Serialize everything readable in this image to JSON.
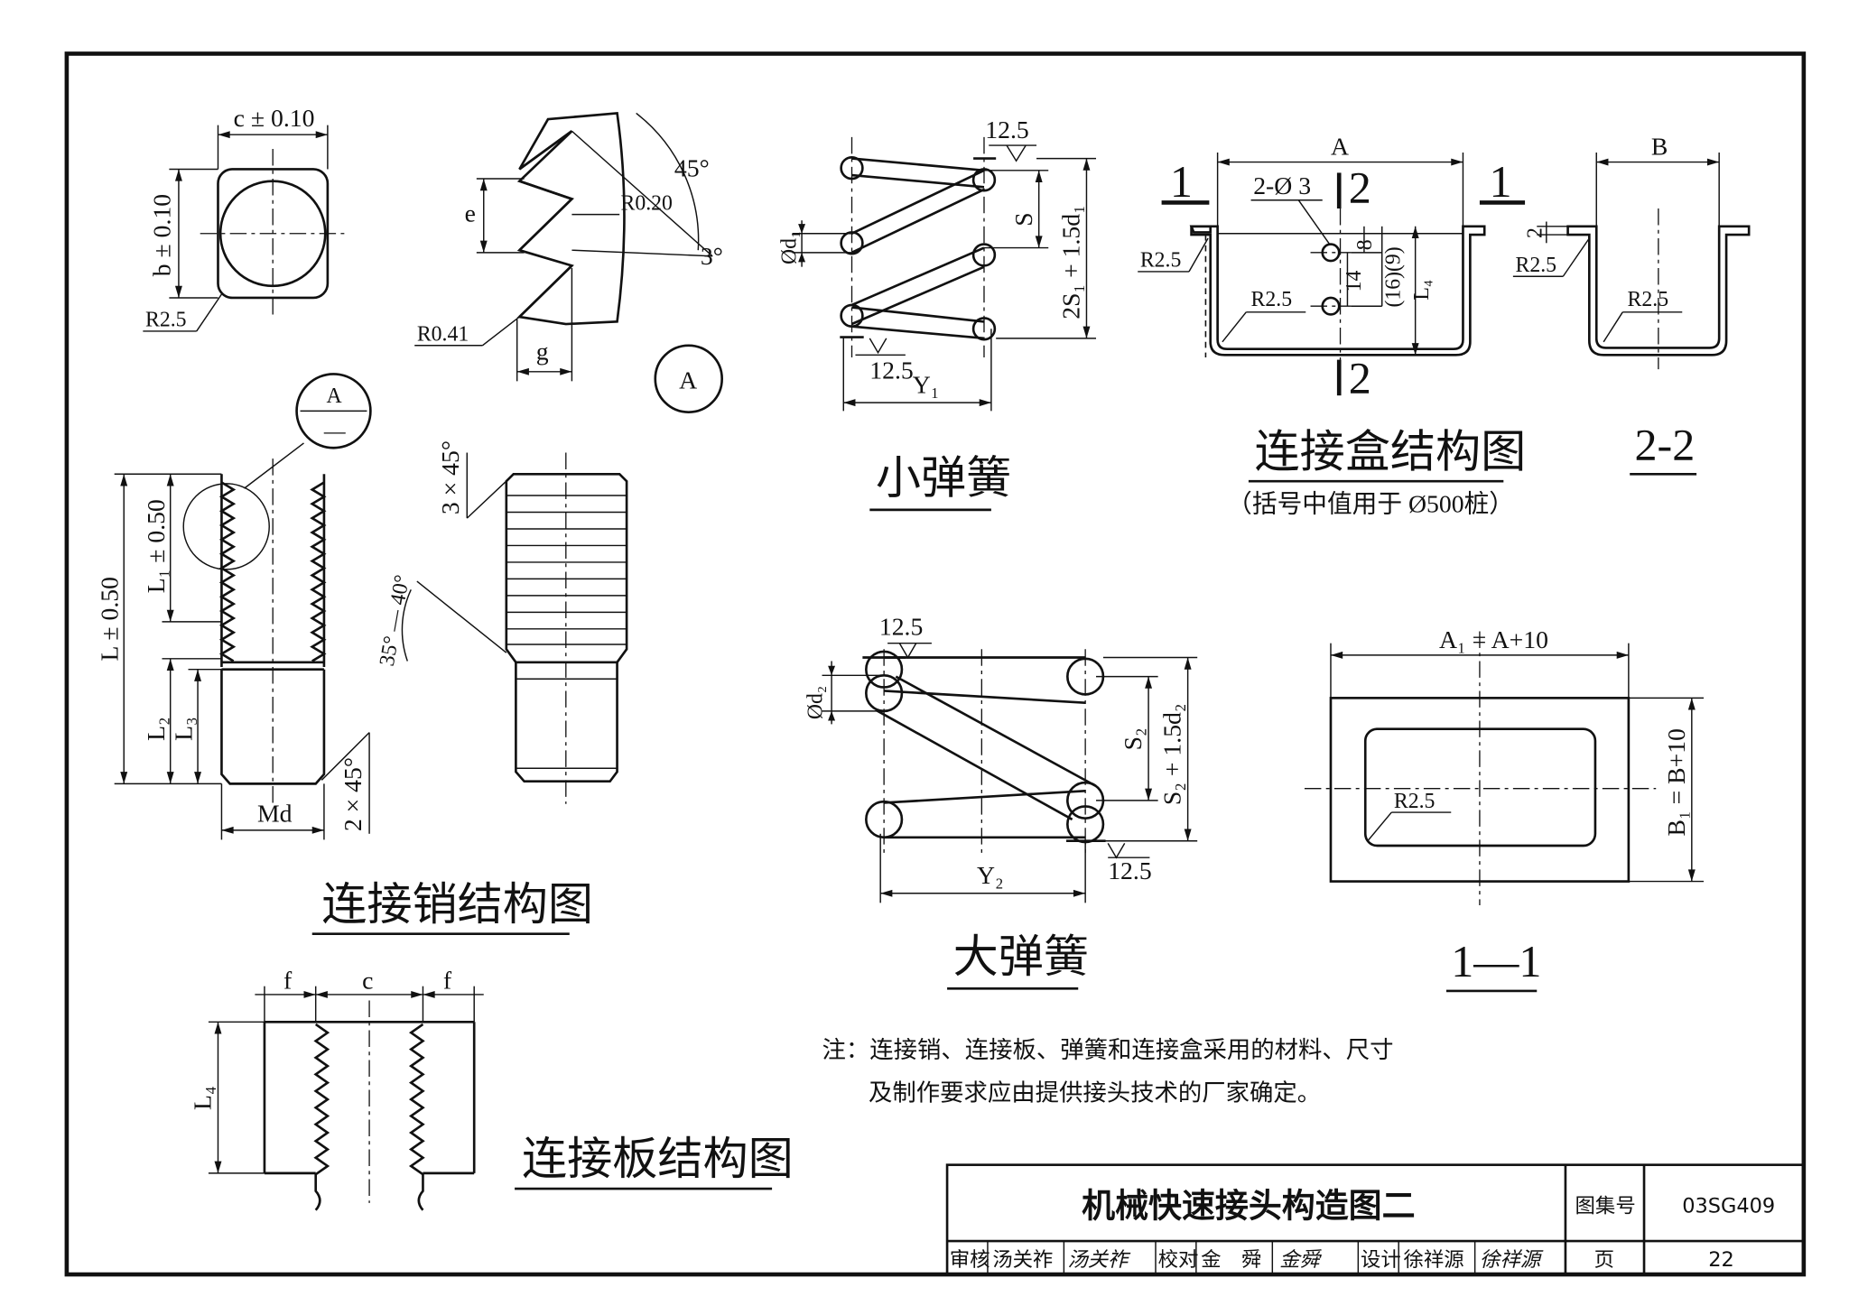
{
  "pin": {
    "title": "连接销结构图",
    "dim_c": "c ± 0.10",
    "dim_b": "b ± 0.10",
    "r_corner": "R2.5",
    "dim_L": "L ± 0.50",
    "dim_L1": "L₁ ± 0.50",
    "dim_L2": "L₂",
    "dim_L3": "L₃",
    "dim_Md": "Md",
    "chamfer_bottom": "2 × 45°",
    "chamfer_top": "3 × 45°",
    "angle": "35° — 40°",
    "callout_top": "A",
    "callout_bottom": "—"
  },
  "detail_a": {
    "label": "A",
    "angle_45": "45°",
    "angle_3": "3°",
    "r_top": "R0.20",
    "r_bottom": "R0.41",
    "dim_e": "e",
    "dim_g": "g"
  },
  "small_spring": {
    "title": "小弹簧",
    "rough_top": "12.5",
    "rough_bottom": "12.5",
    "dim_d1": "Ød₁",
    "dim_S": "S",
    "dim_2S1": "2S₁ + 1.5d₁",
    "dim_Y1": "Y₁"
  },
  "box": {
    "title": "连接盒结构图",
    "subtitle": "（括号中值用于 Ø500桩）",
    "dim_A": "A",
    "section_1_left": "1",
    "section_1_right": "1",
    "section_2_top": "2",
    "section_2_bottom": "2",
    "holes": "2-Ø 3",
    "r_outer": "R2.5",
    "r_inner": "R2.5",
    "dim_8": "8",
    "dim_14": "14",
    "dim_16_9": "(16)(9)",
    "dim_L4": "L₄"
  },
  "section_22": {
    "title": "2-2",
    "dim_B": "B",
    "dim_2": "2",
    "r_outer": "R2.5",
    "r_inner": "R2.5"
  },
  "big_spring": {
    "title": "大弹簧",
    "rough_top": "12.5",
    "rough_bottom": "12.5",
    "dim_d2": "Ød₂",
    "dim_S2": "S₂",
    "dim_S2_total": "S₂ + 1.5d₂",
    "dim_Y2": "Y₂"
  },
  "section_11": {
    "title": "1—1",
    "dim_A1": "A₁ = A+10",
    "dim_B1": "B₁ = B+10",
    "r_corner": "R2.5"
  },
  "plate": {
    "title": "连接板结构图",
    "dim_f_left": "f",
    "dim_c": "c",
    "dim_f_right": "f",
    "dim_L4": "L₄"
  },
  "note": {
    "line1": "注：连接销、连接板、弹簧和连接盒采用的材料、尺寸",
    "line2": "及制作要求应由提供接头技术的厂家确定。"
  },
  "title_block": {
    "drawing_title": "机械快速接头构造图二",
    "atlas_label": "图集号",
    "atlas_no": "03SG409",
    "review_label": "审核",
    "review_name": "汤关祚",
    "review_sign": "汤关祚",
    "check_label": "校对",
    "check_name": "金　舜",
    "check_sign": "金舜",
    "design_label": "设计",
    "design_name": "徐祥源",
    "design_sign": "徐祥源",
    "page_label": "页",
    "page_no": "22"
  }
}
